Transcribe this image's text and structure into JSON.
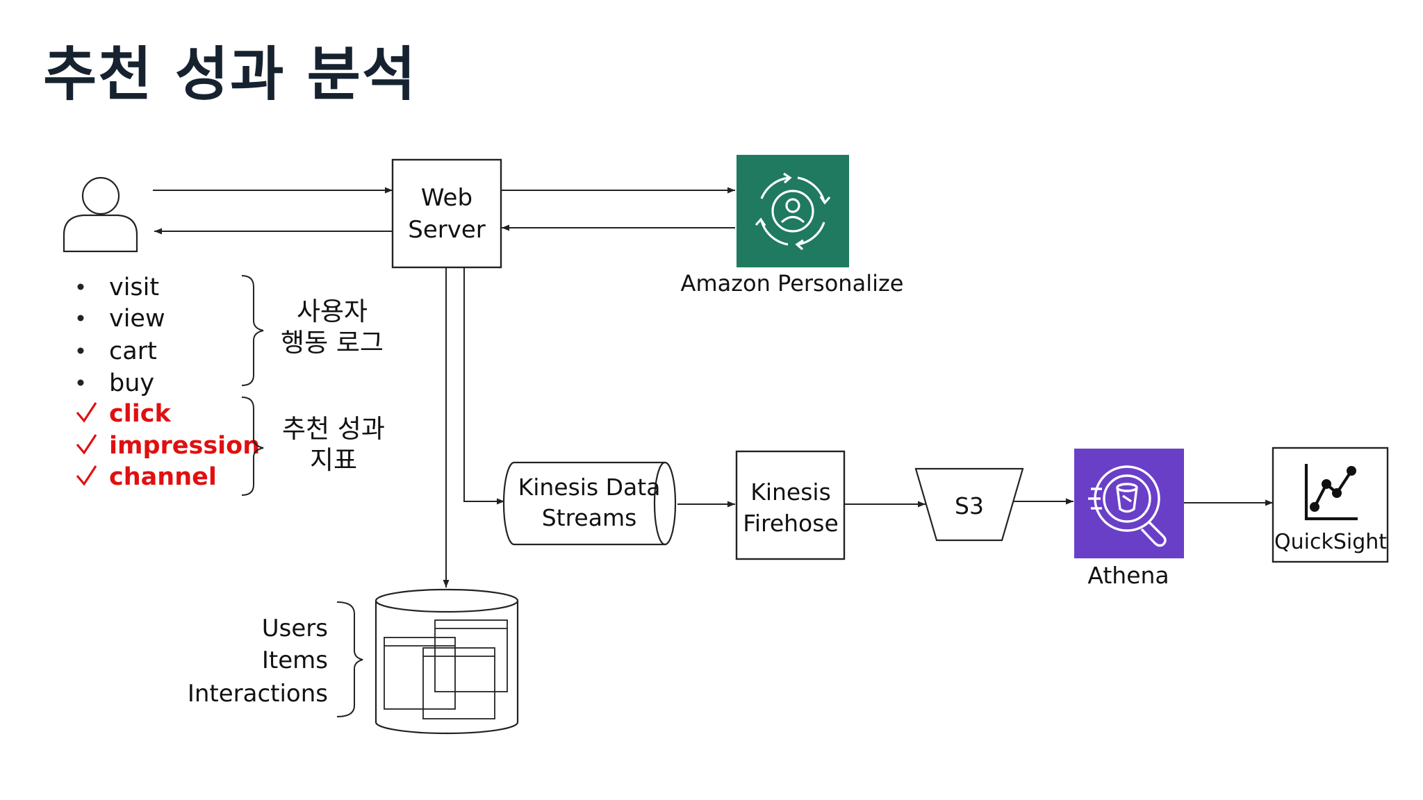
{
  "page": {
    "title": "추천 성과 분석"
  },
  "user_events": {
    "behavior_items": [
      "visit",
      "view",
      "cart",
      "buy"
    ],
    "metric_items": [
      "click",
      "impression",
      "channel"
    ],
    "behavior_group_label": [
      "사용자",
      "행동 로그"
    ],
    "metric_group_label": [
      "추천 성과",
      "지표"
    ]
  },
  "nodes": {
    "web_server": [
      "Web",
      "Server"
    ],
    "personalize": "Amazon Personalize",
    "kinesis_streams": [
      "Kinesis Data",
      "Streams"
    ],
    "kinesis_firehose": [
      "Kinesis",
      "Firehose"
    ],
    "s3": "S3",
    "athena": "Athena",
    "quicksight": "QuickSight"
  },
  "database": {
    "labels": [
      "Users",
      "Items",
      "Interactions"
    ]
  },
  "icons": {
    "user": "user-icon",
    "personalize": "amazon-personalize-icon",
    "athena": "athena-icon",
    "quicksight": "quicksight-chart-icon",
    "check": "check-mark-icon"
  },
  "colors": {
    "title": "#16222f",
    "personalize_bg": "#1f7a60",
    "athena_bg": "#6a3fc8",
    "highlight": "#e01010"
  }
}
